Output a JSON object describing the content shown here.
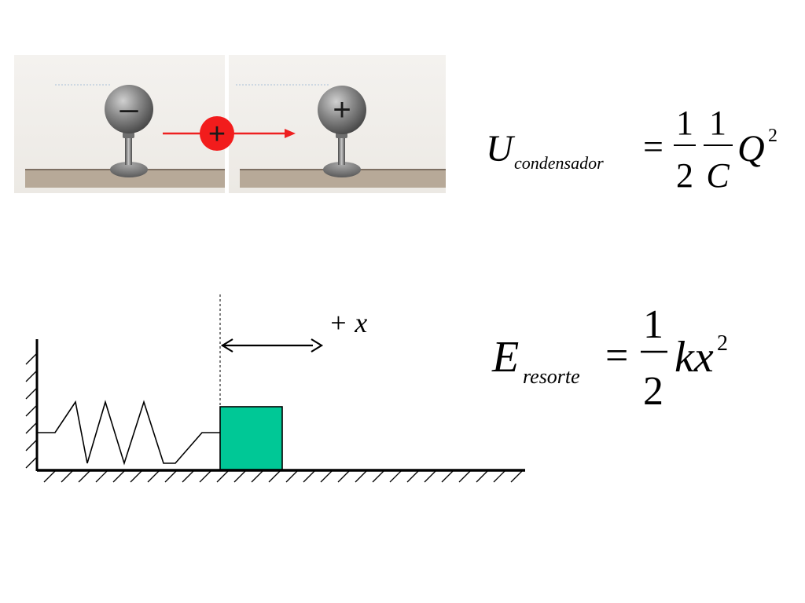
{
  "capacitor_figure": {
    "left_plate_sign": "–",
    "right_plate_sign": "+",
    "test_charge_sign": "+"
  },
  "capacitor_formula": {
    "symbol": "U",
    "subscript": "condensador",
    "equals": "=",
    "frac1_num": "1",
    "frac1_den": "2",
    "frac2_num": "1",
    "frac2_den": "C",
    "charge": "Q",
    "exponent": "2"
  },
  "spring_figure": {
    "displacement_label": "+ x",
    "colors": {
      "block": "#00c896",
      "line": "#000000"
    }
  },
  "spring_formula": {
    "symbol": "E",
    "subscript": "resorte",
    "equals": "=",
    "frac_num": "1",
    "frac_den": "2",
    "body": "kx",
    "exponent": "2"
  }
}
